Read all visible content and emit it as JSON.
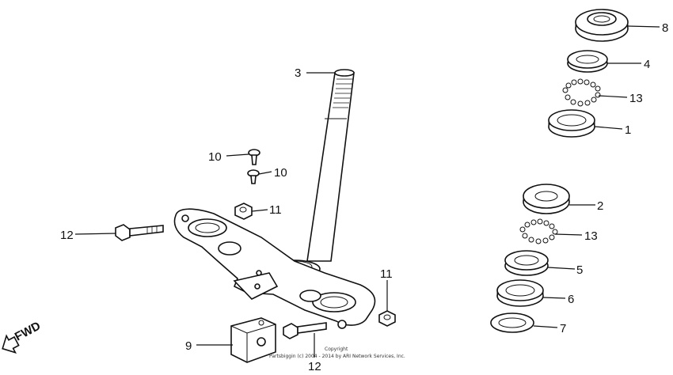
{
  "diagram": {
    "fwd_label": "FWD",
    "copyright_line1": "Copyright",
    "copyright_line2": "Partsbiggin (c) 2004 - 2014 by ARI Network Services, Inc.",
    "callouts": [
      {
        "id": "3",
        "text": "3"
      },
      {
        "id": "8",
        "text": "8"
      },
      {
        "id": "4",
        "text": "4"
      },
      {
        "id": "13a",
        "text": "13"
      },
      {
        "id": "1",
        "text": "1"
      },
      {
        "id": "10a",
        "text": "10"
      },
      {
        "id": "10b",
        "text": "10"
      },
      {
        "id": "11a",
        "text": "11"
      },
      {
        "id": "12a",
        "text": "12"
      },
      {
        "id": "11b",
        "text": "11"
      },
      {
        "id": "2",
        "text": "2"
      },
      {
        "id": "13b",
        "text": "13"
      },
      {
        "id": "5",
        "text": "5"
      },
      {
        "id": "6",
        "text": "6"
      },
      {
        "id": "7",
        "text": "7"
      },
      {
        "id": "9",
        "text": "9"
      },
      {
        "id": "12b",
        "text": "12"
      }
    ]
  }
}
